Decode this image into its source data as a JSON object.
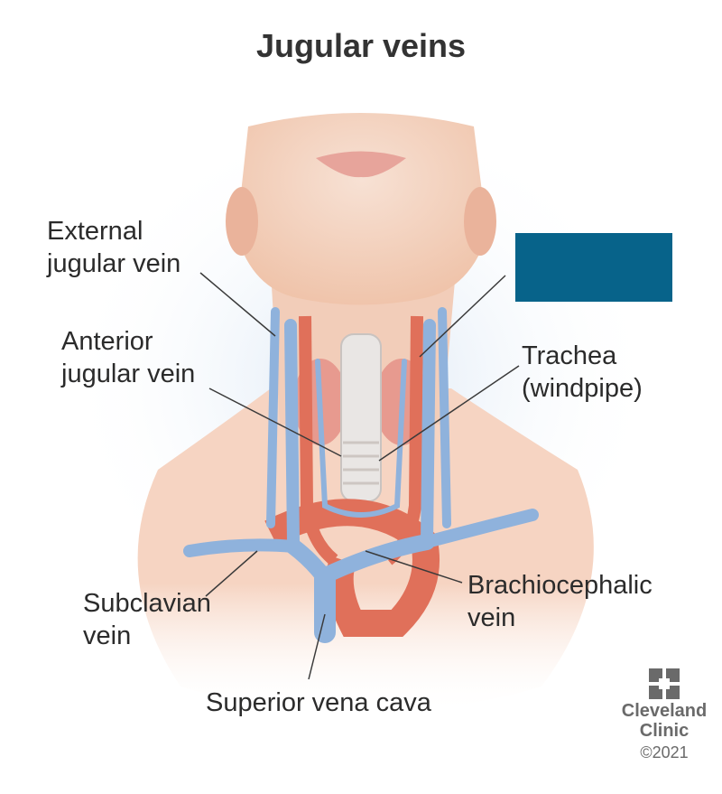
{
  "title": "Jugular veins",
  "labels": {
    "external_jugular": [
      "External",
      "jugular vein"
    ],
    "anterior_jugular": [
      "Anterior",
      "jugular vein"
    ],
    "trachea": [
      "Trachea",
      "(windpipe)"
    ],
    "subclavian": [
      "Subclavian",
      "vein"
    ],
    "brachiocephalic": [
      "Brachiocephalic",
      "vein"
    ],
    "superior_vena_cava": "Superior vena cava"
  },
  "redacted_label_color": "#07638a",
  "logo": {
    "line1": "Cleveland",
    "line2": "Clinic",
    "copyright": "©2021",
    "icon": "cleveland-clinic-cross-icon"
  },
  "colors": {
    "vein": "#8fb2dc",
    "artery": "#e0705a",
    "skin": "#f6d6c4",
    "background_glow": "#dce8f5"
  }
}
